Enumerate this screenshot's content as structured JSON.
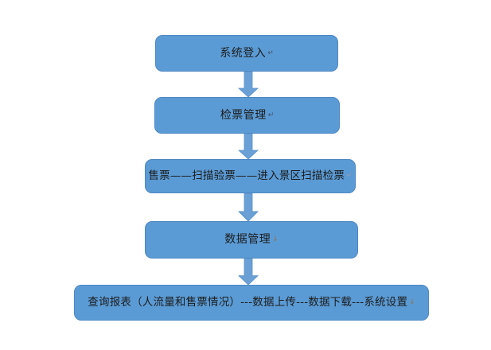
{
  "diagram": {
    "type": "flowchart",
    "background_color": "#ffffff",
    "node_fill_color": "#5b9bd5",
    "node_border_color": "#4e87c3",
    "arrow_fill_color": "#6aa0d6",
    "text_color": "#1c1c1c",
    "nodes": [
      {
        "id": "system-login",
        "label": "系统登入",
        "format_mark": "↵"
      },
      {
        "id": "ticket-check-mgmt",
        "label": "检票管理",
        "format_mark": "↵"
      },
      {
        "id": "sell-scan-enter",
        "label": "售票——扫描验票——进入景区扫描检票",
        "format_mark": "↵"
      },
      {
        "id": "data-mgmt",
        "label": "数据管理",
        "format_mark": "↓"
      },
      {
        "id": "report-and-settings",
        "label": "查询报表（人流量和售票情况）---数据上传---数据下载---系统设置",
        "format_mark": "↓"
      }
    ],
    "connectors": [
      {
        "from": "system-login",
        "to": "ticket-check-mgmt"
      },
      {
        "from": "ticket-check-mgmt",
        "to": "sell-scan-enter"
      },
      {
        "from": "sell-scan-enter",
        "to": "data-mgmt"
      },
      {
        "from": "data-mgmt",
        "to": "report-and-settings"
      }
    ]
  }
}
